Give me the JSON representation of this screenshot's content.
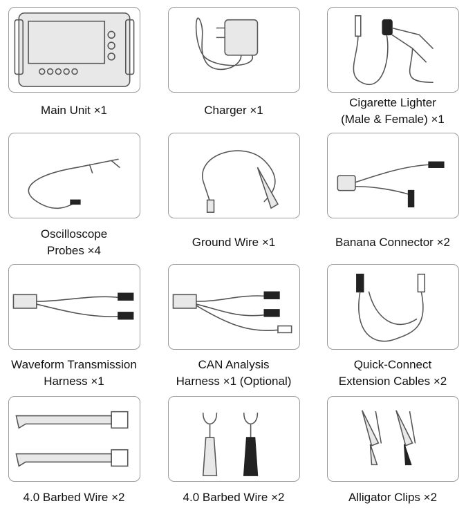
{
  "items": [
    {
      "name": "Main Unit",
      "qty": "×1"
    },
    {
      "name": "Charger",
      "qty": "×1"
    },
    {
      "name": "Cigarette Lighter",
      "name2": "(Male & Female)",
      "qty": "×1"
    },
    {
      "name": "Oscilloscope",
      "name2": "Probes",
      "qty": "×4"
    },
    {
      "name": "Ground Wire",
      "qty": "×1"
    },
    {
      "name": "Banana Connector",
      "qty": "×2"
    },
    {
      "name": "Waveform Transmission",
      "name2": "Harness",
      "qty": "×1"
    },
    {
      "name": "CAN Analysis",
      "name2": "Harness",
      "qty": "×1 (Optional)"
    },
    {
      "name": "Quick-Connect",
      "name2": "Extension Cables",
      "qty": "×2"
    },
    {
      "name": "4.0 Barbed Wire",
      "qty": "×2"
    },
    {
      "name": "4.0 Barbed Wire",
      "qty": "×2"
    },
    {
      "name": "Alligator Clips",
      "qty": "×2"
    }
  ]
}
